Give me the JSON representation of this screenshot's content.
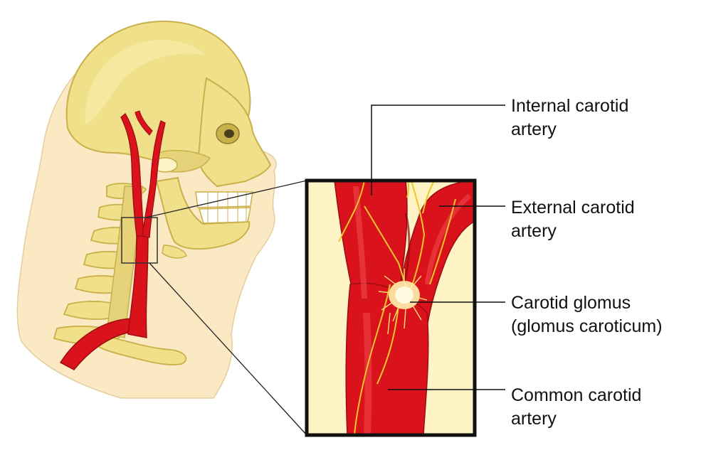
{
  "labels": {
    "internal_carotid": {
      "line1": "Internal carotid",
      "line2": "artery"
    },
    "external_carotid": {
      "line1": "External carotid",
      "line2": "artery"
    },
    "carotid_glomus": {
      "line1": "Carotid glomus",
      "line2": "(glomus caroticum)"
    },
    "common_carotid": {
      "line1": "Common carotid",
      "line2": "artery"
    }
  },
  "colors": {
    "skin": "#fbe9c3",
    "bone": "#f0e08a",
    "bone_dark": "#c9b04a",
    "artery": "#d9121b",
    "artery_dark": "#9c0d12",
    "nerve": "#f2c72a",
    "inset_bg": "#fdf3c4",
    "outline": "#111111"
  }
}
